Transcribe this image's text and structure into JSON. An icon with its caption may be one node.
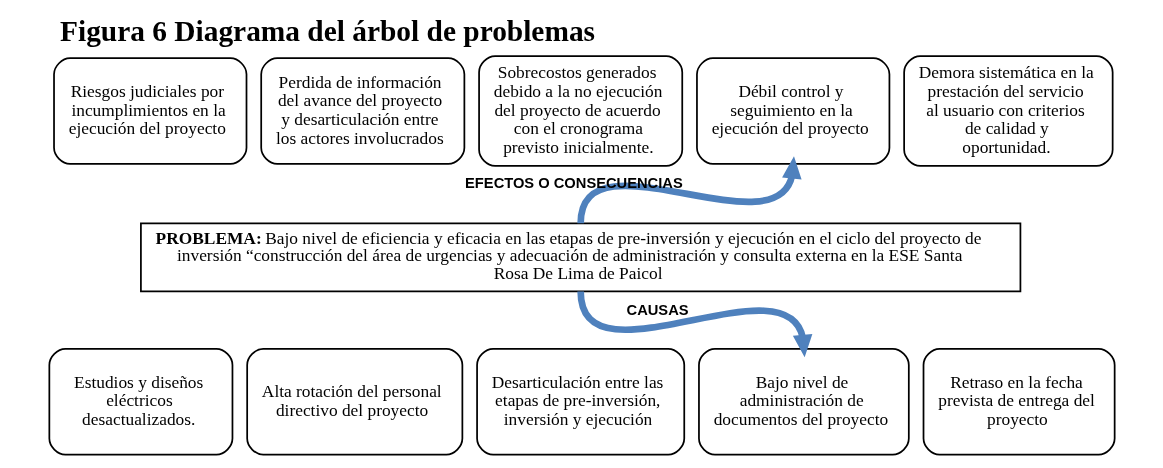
{
  "diagram": {
    "title": "Figura 6 Diagrama del árbol de problemas",
    "nodes": [
      {
        "text": [
          "Riesgos judiciales por incumplimientos en la ejecución del proyecto"
        ]
      },
      {
        "text": [
          "Perdida de información del avance del proyecto y desarticulación entre los actores involucrados"
        ]
      },
      {
        "text": [
          "Sobrecostos generados debido a la no ejecución del proyecto de acuerdo con el cronograma previsto inicialmente."
        ]
      },
      {
        "text": [
          "Débil control y seguimiento en la ejecución del proyecto"
        ]
      },
      {
        "text": [
          "Demora sistemática en la prestación del servicio al usuario con criterios de calidad y oportunidad."
        ]
      },
      {
        "text": [
          "PROBLEMA:",
          "Bajo nivel de eficiencia y eficacia en las etapas de pre-inversión y ejecución en el ciclo del proyecto de inversión “construcción del área de urgencias y adecuación de administración y consulta externa en la ESE Santa Rosa De Lima de Paicol"
        ]
      },
      {
        "text": [
          "Estudios y diseños eléctricos desactualizados."
        ]
      },
      {
        "text": [
          "Alta rotación del personal directivo del proyecto"
        ]
      },
      {
        "text": [
          "Desarticulación entre las etapas de pre-inversión, inversión y ejecución"
        ]
      },
      {
        "text": [
          "Bajo nivel de administración de documentos del proyecto"
        ]
      },
      {
        "text": [
          "Retraso en la fecha prevista de entrega del proyecto"
        ]
      }
    ],
    "edges": [
      {
        "from": 5,
        "to": 3,
        "arrow": "to",
        "label": "EFECTOS O CONSECUENCIAS",
        "color": "#4f81bd"
      },
      {
        "from": 5,
        "to": 9,
        "arrow": "to",
        "label": "CAUSAS",
        "color": "#4f81bd"
      }
    ]
  }
}
